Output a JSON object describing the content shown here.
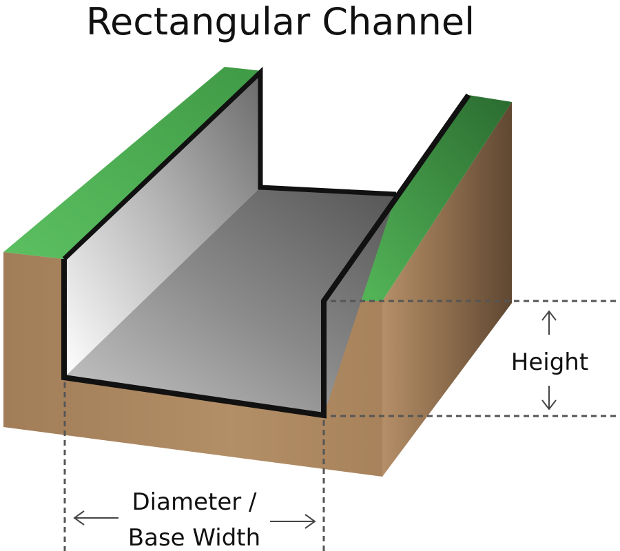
{
  "title": "Rectangular Channel",
  "labels": {
    "height": "Height",
    "base_line1": "Diameter /",
    "base_line2": "Base Width"
  },
  "colors": {
    "grass_light": "#56b85a",
    "grass_dark": "#2f7a35",
    "soil_light": "#b08a63",
    "soil_dark": "#6d5339",
    "concrete_light": "#f2f2f2",
    "concrete_dark": "#5e5e5e",
    "outline": "#111111",
    "dimension_line": "#555555"
  }
}
